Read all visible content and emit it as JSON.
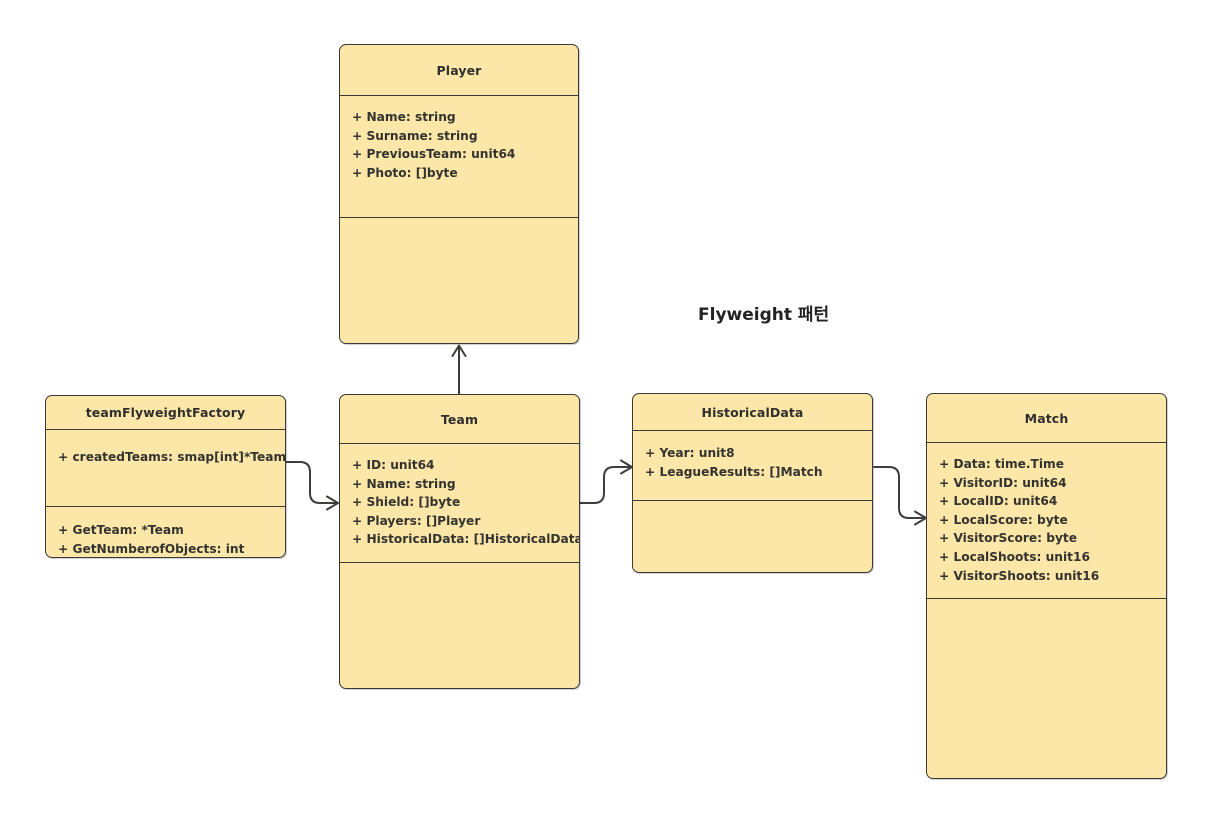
{
  "diagram": {
    "heading": "Flyweight 패턴",
    "colors": {
      "class_fill": "#fce6a8",
      "class_border": "#3a3a38",
      "text": "#33332f",
      "connector": "#3d3d3b",
      "background": "#ffffff"
    }
  },
  "classes": {
    "player": {
      "name": "Player",
      "attributes": [
        "+ Name: string",
        "+ Surname: string",
        "+ PreviousTeam: unit64",
        "+ Photo: []byte"
      ],
      "methods": []
    },
    "team_flyweight_factory": {
      "name": "teamFlyweightFactory",
      "attributes": [
        "+ createdTeams: smap[int]*Team"
      ],
      "methods": [
        "+ GetTeam: *Team",
        "+ GetNumberofObjects: int"
      ]
    },
    "team": {
      "name": "Team",
      "attributes": [
        "+ ID: unit64",
        "+ Name: string",
        "+ Shield: []byte",
        "+ Players: []Player",
        "+ HistoricalData: []HistoricalData"
      ],
      "methods": []
    },
    "historical_data": {
      "name": "HistoricalData",
      "attributes": [
        "+ Year: unit8",
        "+ LeagueResults: []Match"
      ],
      "methods": []
    },
    "match": {
      "name": "Match",
      "attributes": [
        "+ Data: time.Time",
        "+ VisitorID: unit64",
        "+ LocalID: unit64",
        "+ LocalScore: byte",
        "+ VisitorScore: byte",
        "+ LocalShoots: unit16",
        "+ VisitorShoots: unit16"
      ],
      "methods": []
    }
  },
  "connectors": [
    {
      "id": "team-to-player",
      "from": "Team",
      "to": "Player",
      "style": "open-arrow-up"
    },
    {
      "id": "factory-to-team",
      "from": "teamFlyweightFactory",
      "to": "Team",
      "style": "open-arrow-right"
    },
    {
      "id": "team-to-historicaldata",
      "from": "Team",
      "to": "HistoricalData",
      "style": "open-arrow-right"
    },
    {
      "id": "historicaldata-to-match",
      "from": "HistoricalData",
      "to": "Match",
      "style": "open-arrow-right"
    }
  ]
}
